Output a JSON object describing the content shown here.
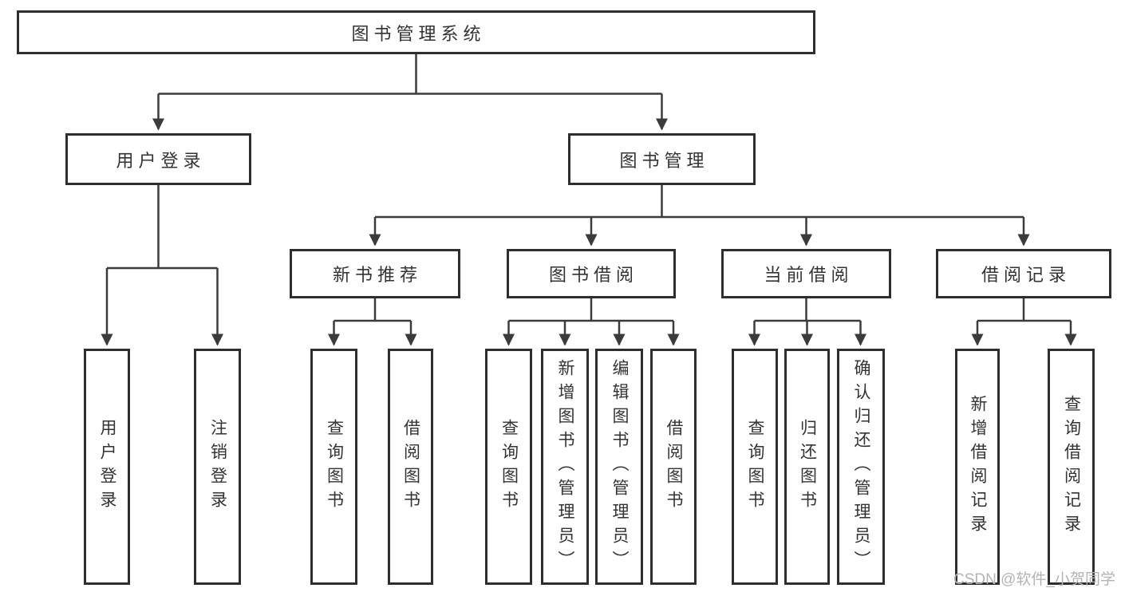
{
  "diagram_title": "图书管理系统",
  "tree": {
    "root": {
      "label": "图书管理系统"
    },
    "branches": [
      {
        "label": "用户登录",
        "children": [
          {
            "label": "用户登录"
          },
          {
            "label": "注销登录"
          }
        ]
      },
      {
        "label": "图书管理",
        "children": [
          {
            "label": "新书推荐",
            "children": [
              {
                "label": "查询图书"
              },
              {
                "label": "借阅图书"
              }
            ]
          },
          {
            "label": "图书借阅",
            "children": [
              {
                "label": "查询图书"
              },
              {
                "label": "新增图书（管理员）"
              },
              {
                "label": "编辑图书（管理员）"
              },
              {
                "label": "借阅图书"
              }
            ]
          },
          {
            "label": "当前借阅",
            "children": [
              {
                "label": "查询图书"
              },
              {
                "label": "归还图书"
              },
              {
                "label": "确认归还（管理员）"
              }
            ]
          },
          {
            "label": "借阅记录",
            "children": [
              {
                "label": "新增借阅记录"
              },
              {
                "label": "查询借阅记录"
              }
            ]
          }
        ]
      }
    ]
  },
  "watermark": "CSDN @软件_小贺同学",
  "colors": {
    "line": "#3b3b3b",
    "box_border": "#2e2e2e",
    "text": "#333333",
    "background": "#ffffff",
    "watermark": "#b3b3b3"
  }
}
